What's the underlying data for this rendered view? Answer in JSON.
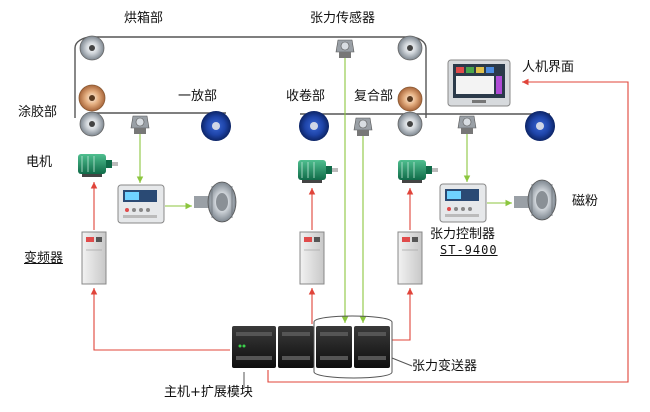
{
  "labels": {
    "oven": "烘箱部",
    "tension_sensor": "张力传感器",
    "hmi": "人机界面",
    "coater": "涂胶部",
    "unwind": "一放部",
    "rewind": "收卷部",
    "laminate": "复合部",
    "motor": "电机",
    "inverter": "变频器",
    "controller": "张力控制器",
    "controller_model": "ST-9400",
    "brake": "磁粉",
    "transmitter": "张力变送器",
    "plc": "主机+扩展模块"
  },
  "colors": {
    "web_line": "#555555",
    "signal_red": "#e0443a",
    "signal_green": "#8cc63f",
    "roll_blue": "#1e44a8",
    "roller_gray": "#c0c6cc",
    "roller_copper": "#d89a6a"
  }
}
